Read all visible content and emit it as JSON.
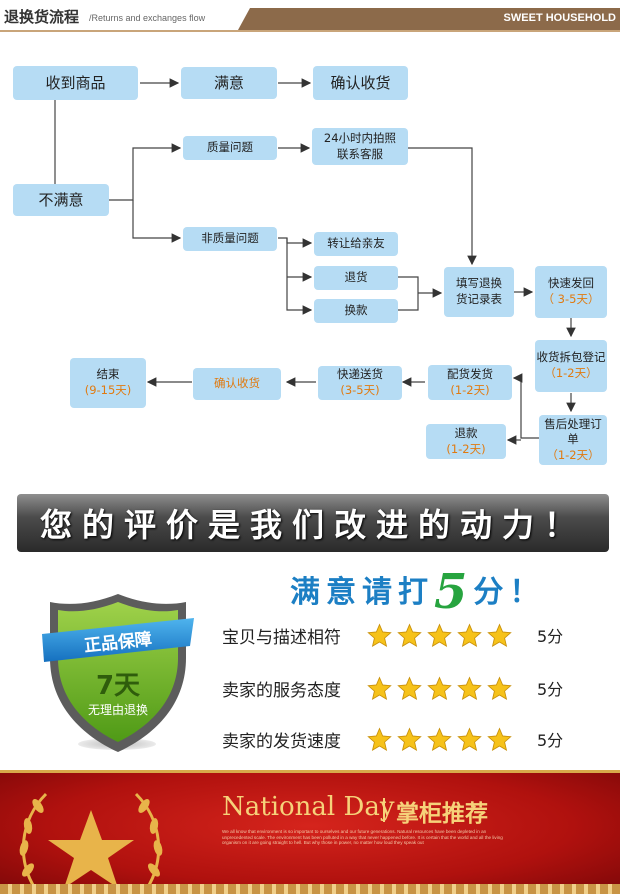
{
  "header": {
    "title": "退换货流程",
    "subtitle": "/Returns and exchanges flow",
    "brand": "SWEET HOUSEHOLD"
  },
  "flow": {
    "received": "收到商品",
    "satisfied": "满意",
    "confirm_receipt": "确认收货",
    "unsatisfied": "不满意",
    "quality_issue": "质量问题",
    "photo_24h": "24小时内拍照",
    "contact_service": "联系客服",
    "non_quality_issue": "非质量问题",
    "gift_friend": "转让给亲友",
    "return": "退货",
    "exchange": "换款",
    "fill_form_1": "填写退换",
    "fill_form_2": "货记录表",
    "express_back": "快速发回",
    "express_back_time": "（ 3-5天）",
    "receive_register": "收货拆包登记",
    "receive_register_time": "（1-2天）",
    "after_sales": "售后处理订单",
    "after_sales_time": "（1-2天）",
    "ship_goods": "配货发货",
    "ship_goods_time": "(1-2天)",
    "refund": "退款",
    "refund_time": "(1-2天)",
    "express_delivery": "快递送货",
    "express_delivery_time": "(3-5天)",
    "confirm_receipt_2": "确认收货",
    "end": "结束",
    "end_time": "(9-15天)"
  },
  "slogan": "您的评价是我们改进的动力！",
  "rating": {
    "title_prefix": "满意请打",
    "title_num": "5",
    "title_suffix": "分！",
    "rows": [
      {
        "label": "宝贝与描述相符",
        "stars": 5,
        "score": "5分"
      },
      {
        "label": "卖家的服务态度",
        "stars": 5,
        "score": "5分"
      },
      {
        "label": "卖家的发货速度",
        "stars": 5,
        "score": "5分"
      }
    ],
    "star_color": "#f6c21a"
  },
  "badge": {
    "ribbon": "正品保障",
    "days": "7天",
    "caption": "无理由退换"
  },
  "banner": {
    "title": "National Day",
    "subtitle": "掌柜推荐",
    "text": "We all know that environment is so important to ourselves and our future generations. Natural resources have been depleted in an unprecedented scale. The environment has been polluted in a way that never happened before. It is certain that the world and all the living organism on it are going straight to hell. But why those in power, no matter how loud they speak out"
  },
  "colors": {
    "box": "#b6dcf4",
    "accent_orange": "#e07a10",
    "header_bar": "#8c6a4a",
    "banner_red": "#c01a15",
    "gold": "#f6d27a"
  }
}
